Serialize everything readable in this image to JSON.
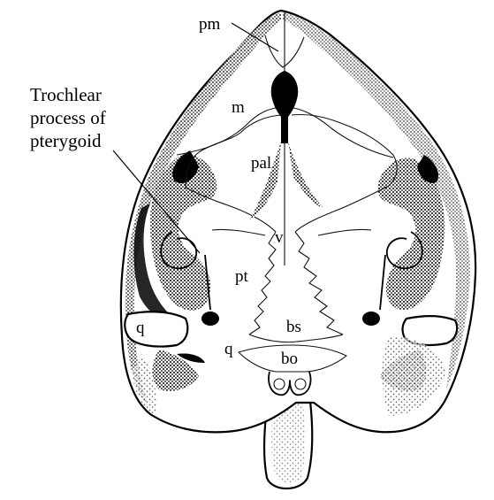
{
  "labels": {
    "pm": "pm",
    "m": "m",
    "pal": "pal",
    "v": "v",
    "pt": "pt",
    "bs": "bs",
    "bo": "bo",
    "q_left_upper": "q",
    "q_left_lower": "q",
    "trochlear_line1": "Trochlear",
    "trochlear_line2": "process of",
    "trochlear_line3": "pterygoid"
  }
}
